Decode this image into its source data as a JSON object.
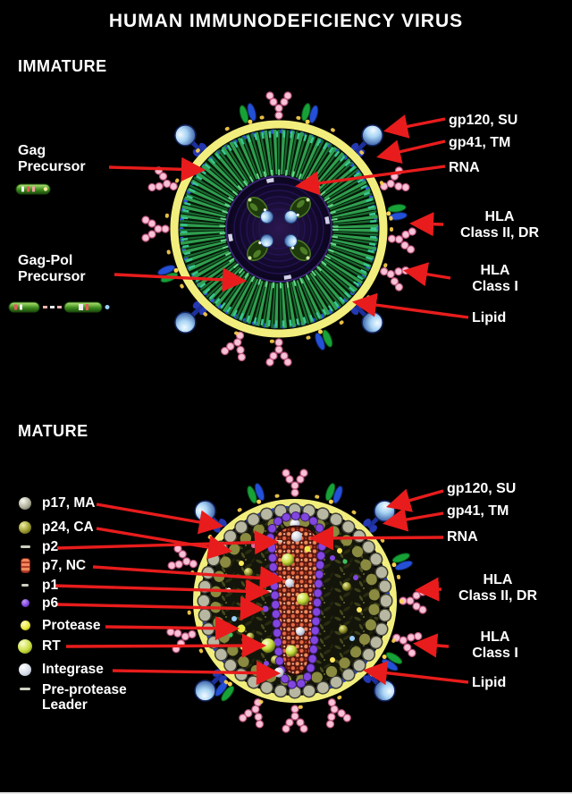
{
  "title": "HUMAN IMMUNODEFICIENCY VIRUS",
  "colors": {
    "accent_red": "#e81c1c",
    "lipid_yellow": "#f2ee7d",
    "background": "#000000"
  },
  "immature": {
    "heading": "IMMATURE",
    "gag_precursor": "Gag\nPrecursor",
    "gag_pol_precursor": "Gag-Pol\nPrecursor",
    "labels": {
      "gp120": "gp120, SU",
      "gp41": "gp41, TM",
      "rna": "RNA",
      "hla2": "HLA\nClass II, DR",
      "hla1": "HLA\nClass I",
      "lipid": "Lipid"
    }
  },
  "mature": {
    "heading": "MATURE",
    "legend": [
      {
        "id": "p17",
        "label": "p17, MA"
      },
      {
        "id": "p24",
        "label": "p24, CA"
      },
      {
        "id": "p2",
        "label": "p2"
      },
      {
        "id": "p7",
        "label": "p7, NC"
      },
      {
        "id": "p1",
        "label": "p1"
      },
      {
        "id": "p6",
        "label": "p6"
      },
      {
        "id": "protease",
        "label": "Protease"
      },
      {
        "id": "rt",
        "label": "RT"
      },
      {
        "id": "integrase",
        "label": "Integrase"
      },
      {
        "id": "preprotease",
        "label": "Pre-protease\nLeader"
      }
    ],
    "labels": {
      "gp120": "gp120, SU",
      "gp41": "gp41, TM",
      "rna": "RNA",
      "hla2": "HLA\nClass II, DR",
      "hla1": "HLA\nClass I",
      "lipid": "Lipid"
    }
  }
}
